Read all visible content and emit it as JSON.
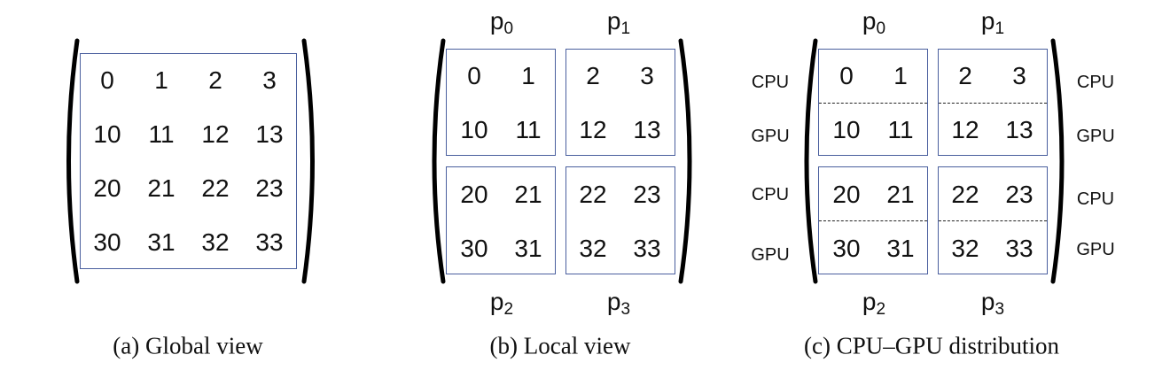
{
  "panels": {
    "global": {
      "caption": "(a) Global view",
      "rows": [
        [
          "0",
          "1",
          "2",
          "3"
        ],
        [
          "10",
          "11",
          "12",
          "13"
        ],
        [
          "20",
          "21",
          "22",
          "23"
        ],
        [
          "30",
          "31",
          "32",
          "33"
        ]
      ]
    },
    "local": {
      "caption": "(b) Local view",
      "processes": [
        {
          "base": "p",
          "sub": "0",
          "cells": [
            [
              "0",
              "1"
            ],
            [
              "10",
              "11"
            ]
          ]
        },
        {
          "base": "p",
          "sub": "1",
          "cells": [
            [
              "2",
              "3"
            ],
            [
              "12",
              "13"
            ]
          ]
        },
        {
          "base": "p",
          "sub": "2",
          "cells": [
            [
              "20",
              "21"
            ],
            [
              "30",
              "31"
            ]
          ]
        },
        {
          "base": "p",
          "sub": "3",
          "cells": [
            [
              "22",
              "23"
            ],
            [
              "32",
              "33"
            ]
          ]
        }
      ]
    },
    "cpugpu": {
      "caption": "(c) CPU–GPU distribution",
      "processes": [
        {
          "base": "p",
          "sub": "0",
          "cells": [
            [
              "0",
              "1"
            ],
            [
              "10",
              "11"
            ]
          ]
        },
        {
          "base": "p",
          "sub": "1",
          "cells": [
            [
              "2",
              "3"
            ],
            [
              "12",
              "13"
            ]
          ]
        },
        {
          "base": "p",
          "sub": "2",
          "cells": [
            [
              "20",
              "21"
            ],
            [
              "30",
              "31"
            ]
          ]
        },
        {
          "base": "p",
          "sub": "3",
          "cells": [
            [
              "22",
              "23"
            ],
            [
              "32",
              "33"
            ]
          ]
        }
      ],
      "device_labels": [
        "CPU",
        "GPU",
        "CPU",
        "GPU"
      ]
    }
  }
}
